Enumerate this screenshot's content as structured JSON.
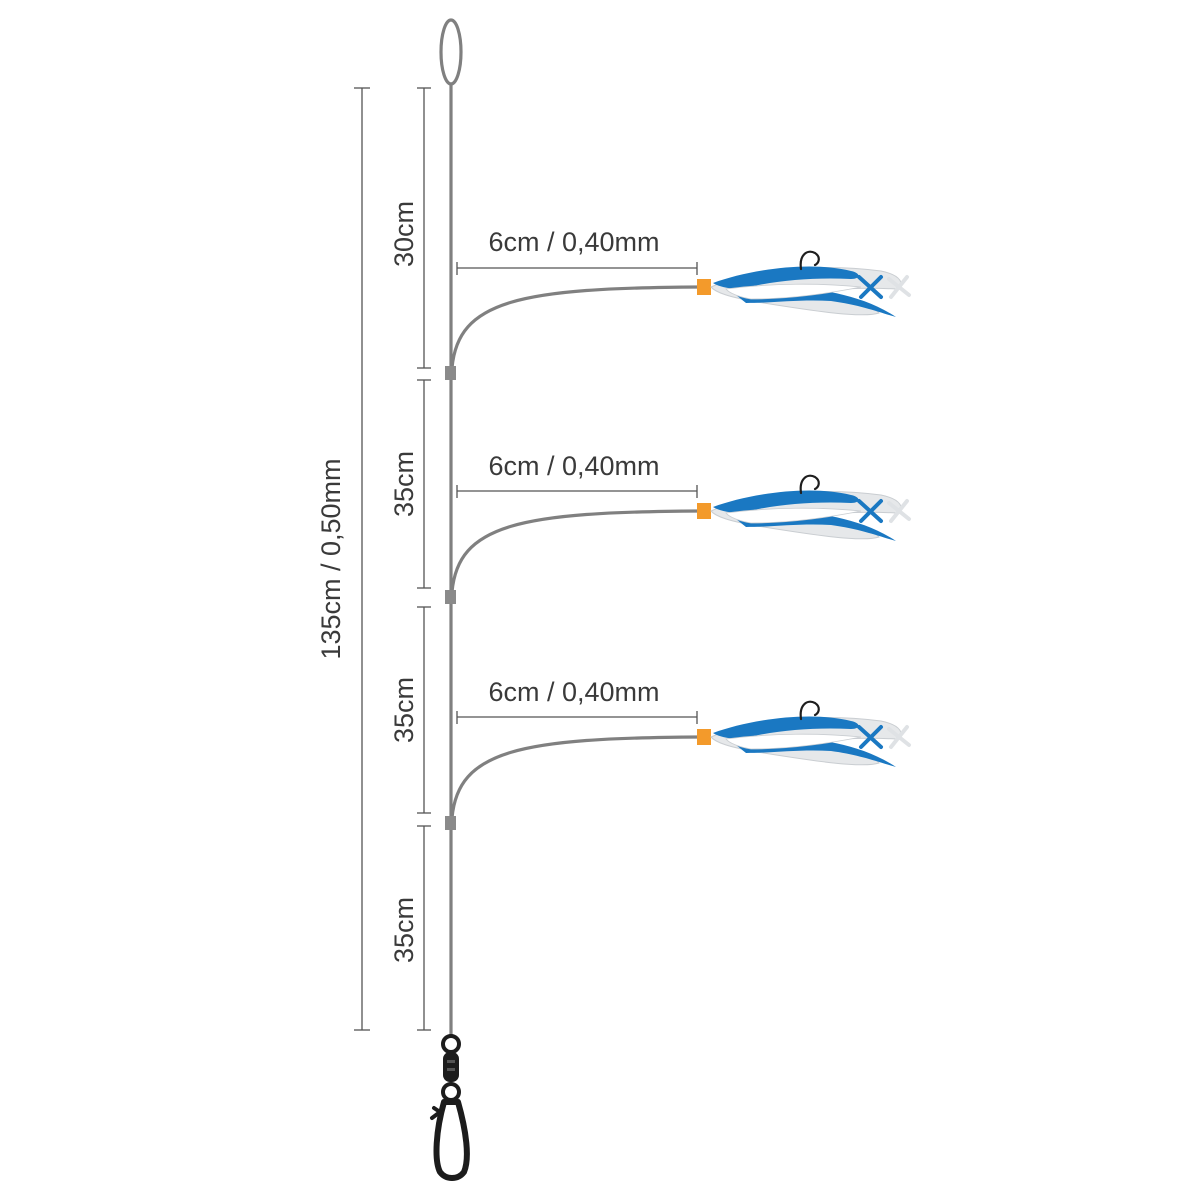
{
  "total_label": "135cm / 0,50mm",
  "segments": [
    {
      "label": "30cm"
    },
    {
      "label": "35cm"
    },
    {
      "label": "35cm"
    },
    {
      "label": "35cm"
    }
  ],
  "droppers": [
    {
      "label": "6cm / 0,40mm"
    },
    {
      "label": "6cm / 0,40mm"
    },
    {
      "label": "6cm / 0,40mm"
    }
  ],
  "colors": {
    "line": "#808080",
    "bead": "#f39a2b",
    "lure_blue": "#1a78c2",
    "lure_white": "#e6e8ea",
    "swivel": "#1c1c1c"
  }
}
